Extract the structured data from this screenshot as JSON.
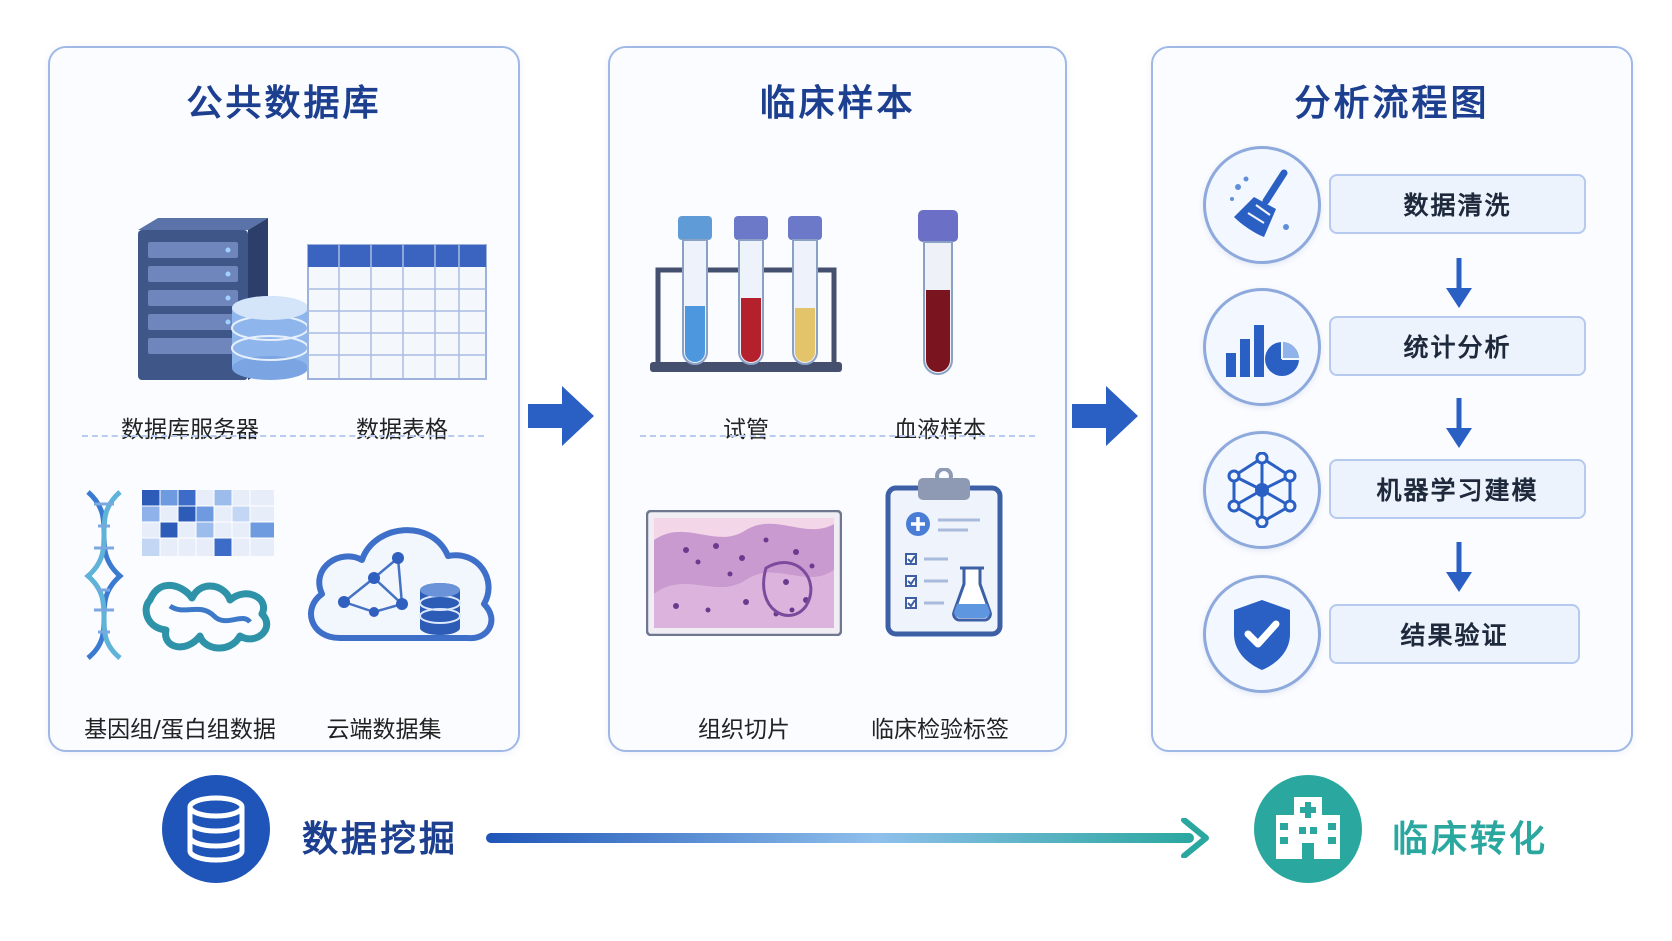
{
  "panels": {
    "public_db": {
      "title": "公共数据库",
      "items": [
        {
          "label": "数据库服务器",
          "icon": "database-server-icon"
        },
        {
          "label": "数据表格",
          "icon": "data-table-icon"
        },
        {
          "label": "基因组/蛋白组数据",
          "icon": "dna-protein-icon"
        },
        {
          "label": "云端数据集",
          "icon": "cloud-dataset-icon"
        }
      ]
    },
    "clinical_samples": {
      "title": "临床样本",
      "items": [
        {
          "label": "试管",
          "icon": "test-tubes-icon"
        },
        {
          "label": "血液样本",
          "icon": "blood-sample-icon"
        },
        {
          "label": "组织切片",
          "icon": "tissue-slide-icon"
        },
        {
          "label": "临床检验标签",
          "icon": "clipboard-label-icon"
        }
      ]
    },
    "analysis_flow": {
      "title": "分析流程图",
      "steps": [
        {
          "label": "数据清洗",
          "icon": "broom-icon"
        },
        {
          "label": "统计分析",
          "icon": "bar-pie-chart-icon"
        },
        {
          "label": "机器学习建模",
          "icon": "network-icon"
        },
        {
          "label": "结果验证",
          "icon": "shield-check-icon"
        }
      ]
    }
  },
  "bottom": {
    "left_label": "数据挖掘",
    "right_label": "临床转化",
    "left_icon": "database-icon",
    "right_icon": "hospital-icon"
  },
  "colors": {
    "title_blue": "#1d3f8f",
    "accent_blue": "#2a5fc4",
    "teal": "#2aa79f",
    "panel_border": "#9fb8e6"
  }
}
